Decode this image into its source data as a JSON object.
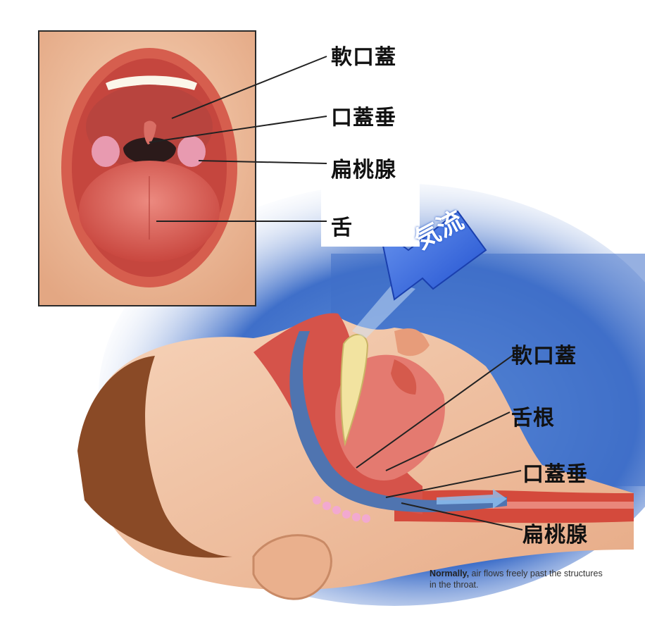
{
  "mouth_labels": {
    "soft_palate": "軟口蓋",
    "uvula": "口蓋垂",
    "tonsil": "扁桃腺",
    "tongue": "舌"
  },
  "side_labels": {
    "soft_palate": "軟口蓋",
    "tongue_root": "舌根",
    "uvula": "口蓋垂",
    "tonsil": "扁桃腺"
  },
  "airflow_label": "気流",
  "caption": {
    "bold": "Normally,",
    "text": " air flows freely past the structures in the throat."
  },
  "colors": {
    "sky_blue": "#3f6fc9",
    "skin": "#f1c2a1",
    "tongue": "#d95a5a",
    "lip": "#cf4a3e",
    "airway": "#4f74b0",
    "arrow_blue": "#2f5fd6"
  }
}
